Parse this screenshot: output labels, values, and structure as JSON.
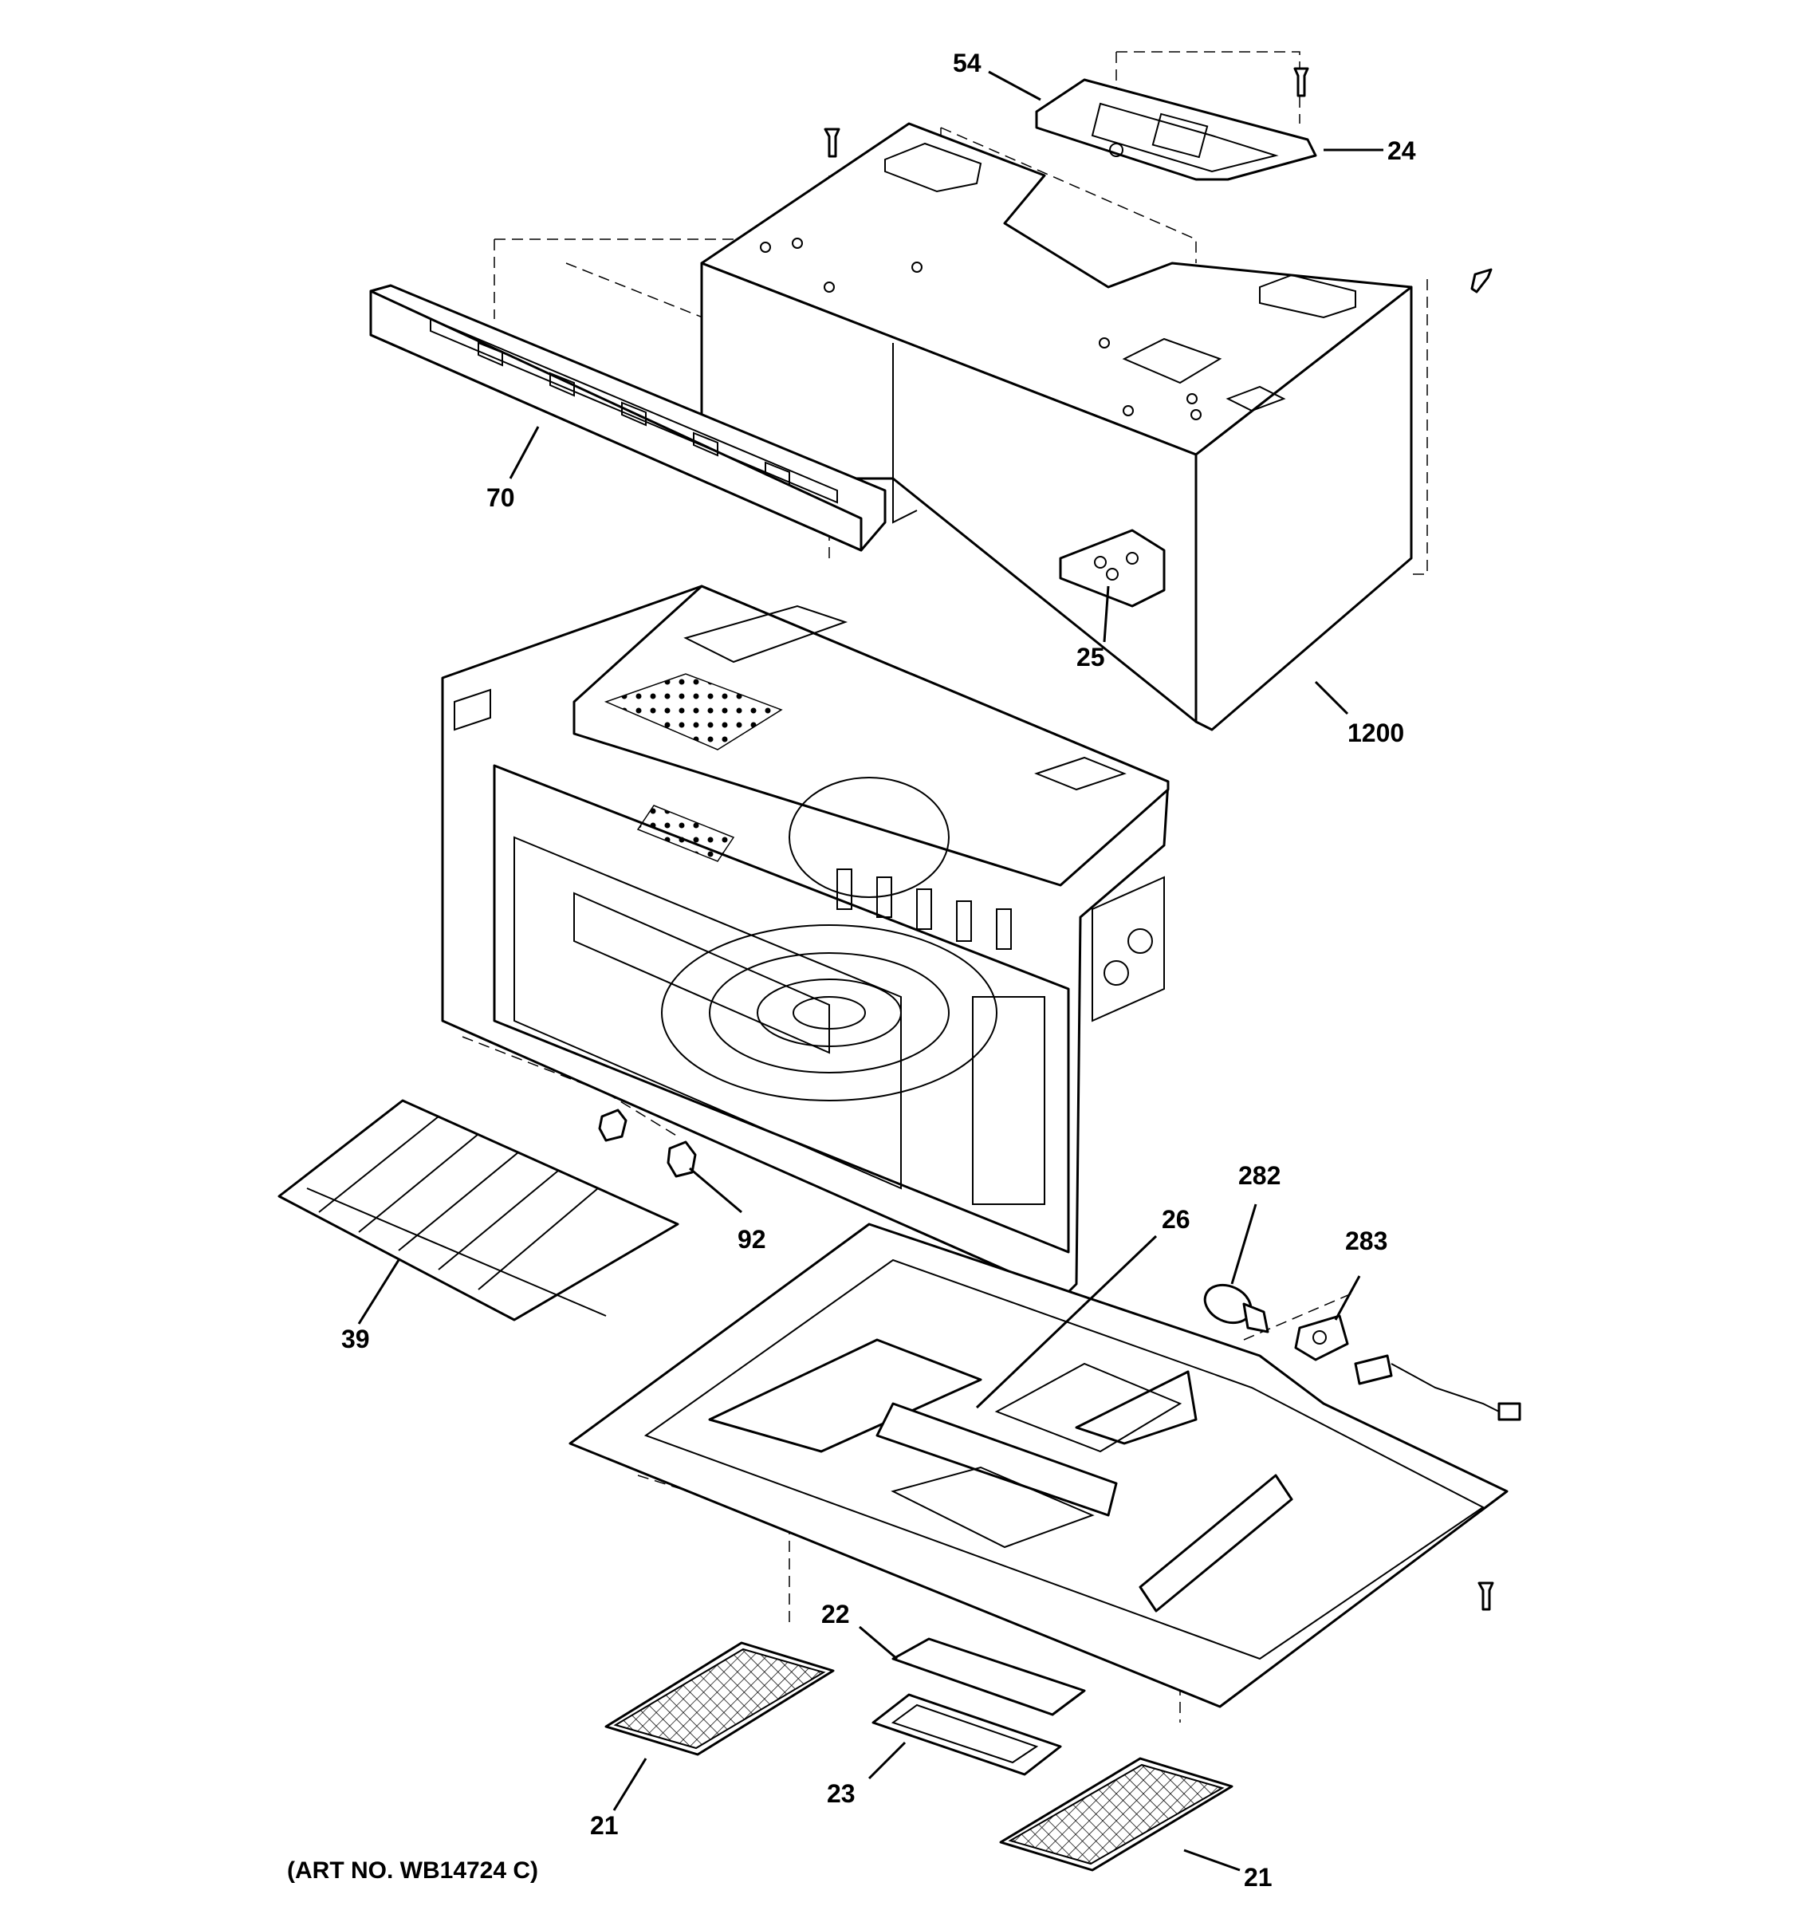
{
  "diagram": {
    "art_number": "(ART NO. WB14724 C)",
    "callouts": {
      "c54": "54",
      "c24": "24",
      "c70": "70",
      "c25": "25",
      "c1200": "1200",
      "c92": "92",
      "c39": "39",
      "c282": "282",
      "c26": "26",
      "c283": "283",
      "c22": "22",
      "c23": "23",
      "c21a": "21",
      "c21b": "21"
    }
  }
}
